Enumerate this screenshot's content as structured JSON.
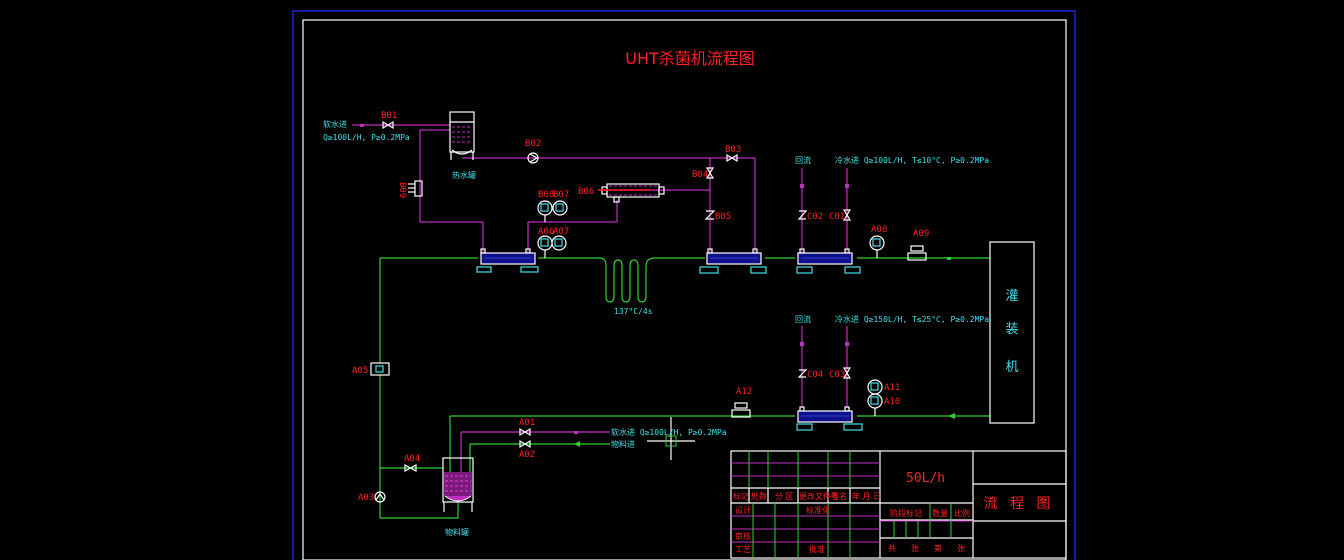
{
  "drawing": {
    "title": "UHT杀菌机流程图",
    "colors": {
      "background": "#000000",
      "outer_frame": "#1a1aa0",
      "inner_frame": "#ffffff",
      "product_line": "#30d030",
      "water_line": "#c030c0",
      "label_red": "#ff2020",
      "label_cyan": "#40e0e8",
      "exchanger_fill": "#10108a"
    },
    "notes": {
      "soft_water_top": "软水进",
      "soft_water_top_spec": "Q≥100L/H, P≥0.2MPa",
      "hot_water_tank": "热水罐",
      "holding_tube": "137°C/4s",
      "return_1": "回流",
      "cold_water_1": "冷水进 Q≥100L/H, T≤10°C, P≥0.2MPa",
      "return_2": "回流",
      "cold_water_2": "冷水进 Q≥150L/H, T≤25°C, P≥0.2MPa",
      "soft_water_bottom": "软水进 Q≥100L/H, P≥0.2MPa",
      "material_in": "物料进",
      "material_tank": "物料罐",
      "filling_machine": [
        "灌",
        "装",
        "机"
      ]
    },
    "tags": {
      "B01": "B01",
      "B02": "B02",
      "B03": "B03",
      "B04": "B04",
      "B05": "B05",
      "B06": "B06",
      "B07": "B07",
      "B08": "B08",
      "B09": "B09",
      "A01": "A01",
      "A02": "A02",
      "A03": "A03",
      "A04": "A04",
      "A05": "A05",
      "A06": "A06",
      "A07": "A07",
      "A08": "A08",
      "A09": "A09",
      "A10": "A10",
      "A11": "A11",
      "A12": "A12",
      "C01": "C01",
      "C02": "C02",
      "C03": "C03",
      "C04": "C04"
    },
    "title_block": {
      "capacity": "50L/h",
      "drawing_name": "流 程 图",
      "header_row": [
        "标记",
        "处数",
        "分 区",
        "更改文件号",
        "签名",
        "年.月.日"
      ],
      "row_labels": {
        "design": "设计",
        "standardization": "标准化",
        "review": "审核",
        "process": "工艺",
        "approve": "批准"
      },
      "stage_headers": [
        "阶段标记",
        "数量",
        "比例"
      ],
      "sheet_row": [
        "共",
        "张",
        "第",
        "张"
      ]
    }
  }
}
